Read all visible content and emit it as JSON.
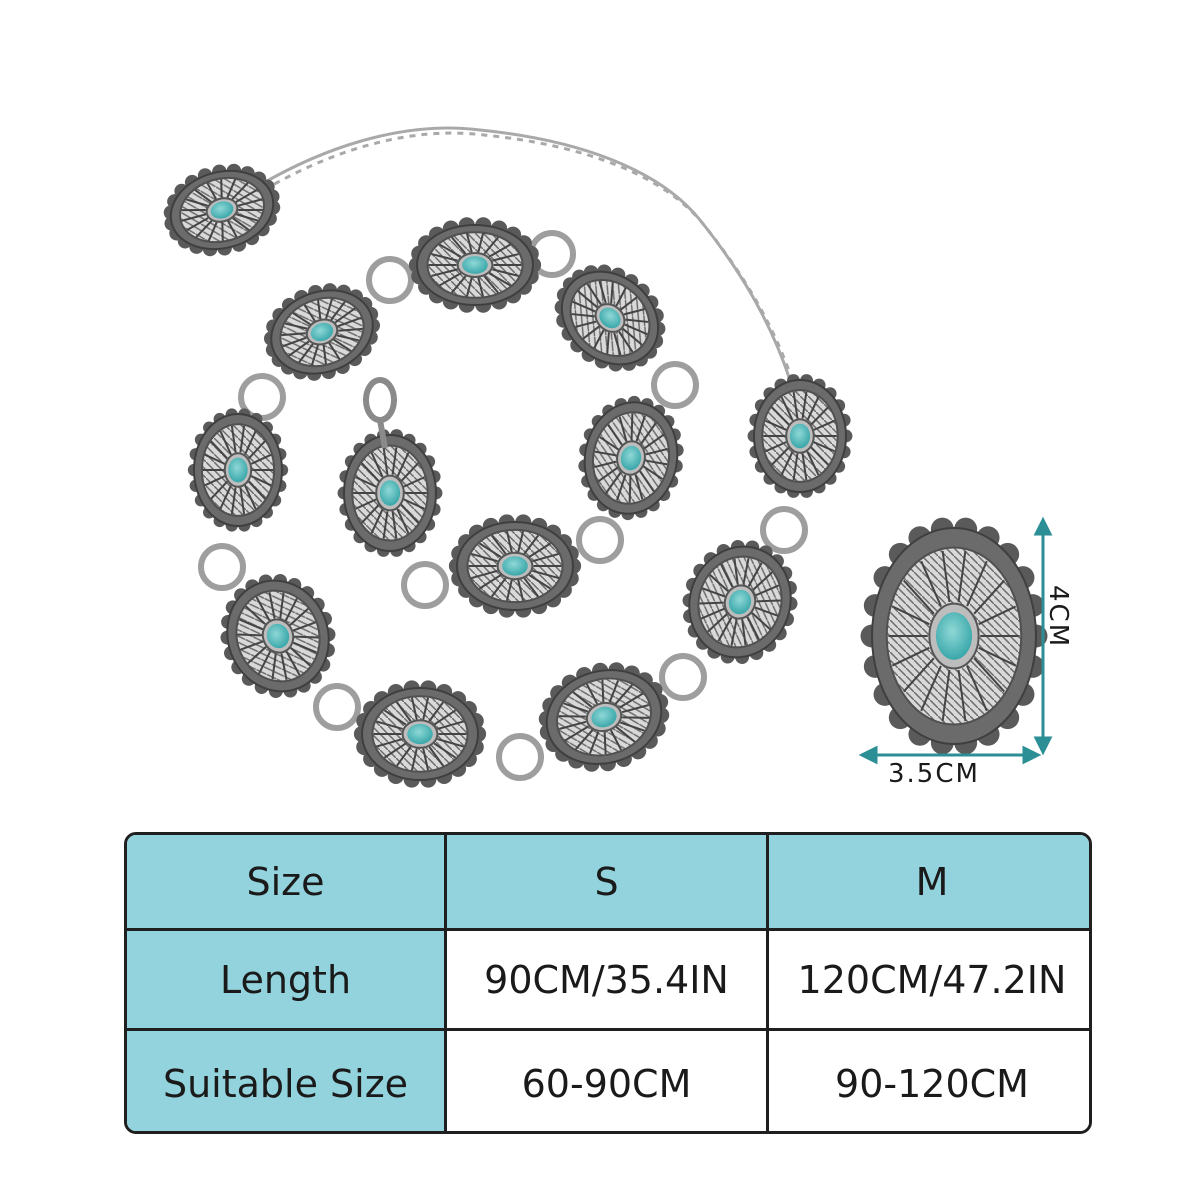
{
  "dimensions": {
    "height_label": "4CM",
    "width_label": "3.5CM"
  },
  "colors": {
    "accent": "#93d3dd",
    "dimension_line": "#2b8f95",
    "turquoise": "#4fb7b9",
    "silver": "#8a8a8a"
  },
  "table": {
    "header": [
      "Size",
      "S",
      "M"
    ],
    "rows": [
      [
        "Length",
        "90CM/35.4IN",
        "120CM/47.2IN"
      ],
      [
        "Suitable Size",
        "60-90CM",
        "90-120CM"
      ]
    ]
  }
}
